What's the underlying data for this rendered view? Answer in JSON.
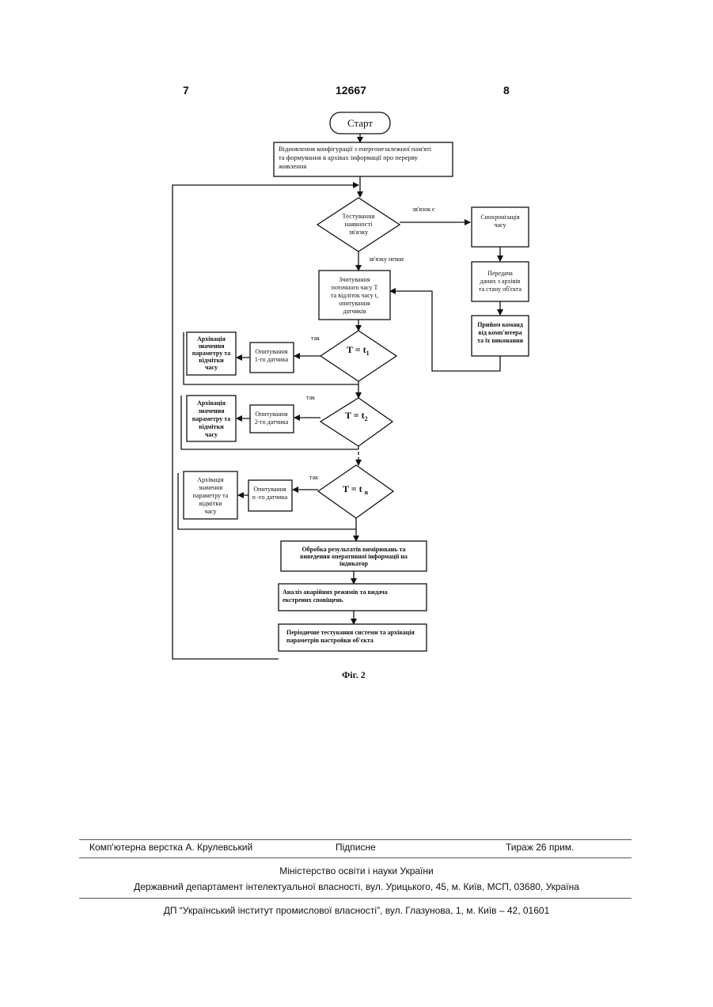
{
  "header": {
    "page_left": "7",
    "doc_number": "12667",
    "page_right": "8"
  },
  "flowchart": {
    "start": "Старт",
    "restore": [
      "Відновлення конфігурації з енергонезалежної пам'яті",
      "та формування в архівах інформації про перерву",
      "живлення"
    ],
    "test_link": [
      "Тестування",
      "наявності",
      "зв'язку"
    ],
    "link_yes": "зв'язок є",
    "link_no": "зв'язку немає",
    "sync": [
      "Синхронізація",
      "часу"
    ],
    "transfer": [
      "Передача",
      "даних з архівів",
      "та стану об'єкта"
    ],
    "receive": [
      "Прийом команд",
      "від комп'ютера",
      "та їх виконання"
    ],
    "read_time": [
      "Зчитування",
      "поточного часу T",
      "та відліток часу t,",
      "опитування",
      "датчиків"
    ],
    "so": "так",
    "cond1": "T = t",
    "sub1": "1",
    "cond2": "T = t",
    "sub2": "2",
    "condn": "T = t",
    "subn": "n",
    "poll1": [
      "Опитування",
      "1-го датчика"
    ],
    "poll2": [
      "Опитування",
      "2-го датчика"
    ],
    "polln": [
      "Опитування",
      "n -го датчика"
    ],
    "archive1": [
      "Архівація",
      "значення",
      "параметру та",
      "відмітки",
      "часу"
    ],
    "archive2": [
      "Архівація",
      "значення",
      "параметру та",
      "відмітки",
      "часу"
    ],
    "archiven": [
      "Архівація",
      "значення",
      "параметру та",
      "відмітки",
      "часу"
    ],
    "process": [
      "Обробка результатів вимірювань та",
      "виведення оперативної інформації на",
      "індикатор"
    ],
    "alarm": [
      "Аналіз аварійних режимів  та видача",
      "екстрених сповіщень"
    ],
    "periodic": [
      "Періодичне тестування системи та архівація",
      "параметрів настройки об'єкта"
    ],
    "caption": "Фіг. 2"
  },
  "footer": {
    "typeset": "Комп'ютерна верстка А. Крулевський",
    "signed": "Підписне",
    "circulation": "Тираж 26 прим.",
    "ministry": "Міністерство освіти і науки України",
    "department": "Державний департамент інтелектуальної власності, вул. Урицького, 45, м. Київ, МСП, 03680, Україна",
    "institute": "ДП “Український інститут промислової власності”, вул. Глазунова, 1, м. Київ – 42, 01601"
  }
}
